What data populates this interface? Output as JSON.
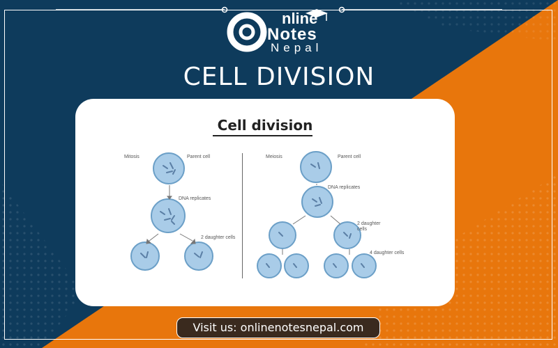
{
  "logo": {
    "line1": "nline",
    "line2": "otes",
    "line3": "Nepal"
  },
  "page_title": "CELL DIVISION",
  "diagram": {
    "title": "Cell division",
    "mitosis": {
      "heading": "Mitosis",
      "parent": "Parent cell",
      "replicate": "DNA replicates",
      "daughters": "2 daughter cells"
    },
    "meiosis": {
      "heading": "Meiosis",
      "parent": "Parent cell",
      "replicate": "DNA replicates",
      "daughters2": "2 daughter cells",
      "daughters4": "4 daughter cells"
    }
  },
  "footer": {
    "visit": "Visit us: onlinenotesnepal.com"
  },
  "colors": {
    "navy": "#0e3b5c",
    "orange": "#e8760c",
    "cell_fill": "#a9cce8",
    "cell_ring": "#6b9fc7"
  }
}
